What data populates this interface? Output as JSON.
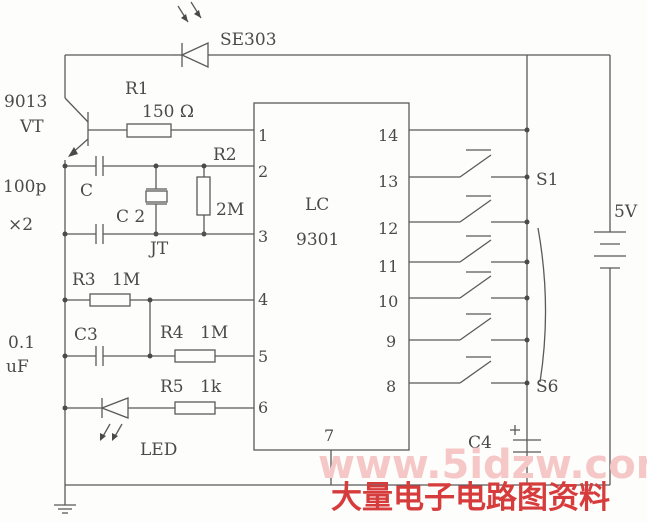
{
  "labels": {
    "se303": "SE303",
    "vt_part": "9013",
    "vt_name": "VT",
    "r1": "R1",
    "r1_value": "150 Ω",
    "r2": "R2",
    "r2_value": "2M",
    "cap_value": "100p",
    "cap_count": "×2",
    "c1": "C",
    "c2": "C 2",
    "jt": "JT",
    "r3": "R3",
    "r3_value": "1M",
    "c3": "C3",
    "c3_value_a": "0.1",
    "c3_value_b": "uF",
    "r4": "R4",
    "r4_value": "1M",
    "r5": "R5",
    "r5_value": "1k",
    "led": "LED",
    "chip_a": "LC",
    "chip_b": "9301",
    "s1": "S1",
    "s6": "S6",
    "supply": "5V",
    "c4": "C4"
  },
  "left_pins": [
    "1",
    "2",
    "3",
    "4",
    "5",
    "6",
    "7"
  ],
  "right_pins": [
    "14",
    "13",
    "12",
    "11",
    "10",
    "9",
    "8"
  ],
  "watermark": {
    "url": "www.5idzw.com",
    "title": "大量电子电路图资料"
  },
  "colors": {
    "ink": "#4a4a4a",
    "watermark_url": "#f6c7c7",
    "watermark_title": "#d73c3c"
  }
}
